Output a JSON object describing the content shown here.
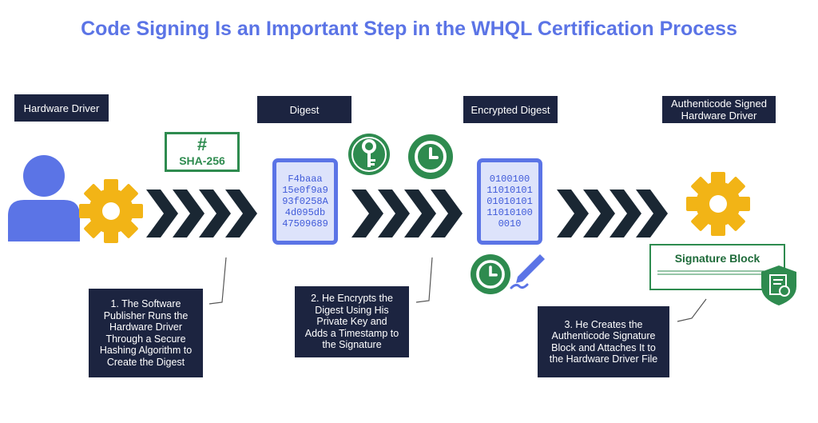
{
  "title": "Code Signing Is an Important Step in the WHQL Certification Process",
  "labels": {
    "hardware_driver": "Hardware Driver",
    "digest": "Digest",
    "encrypted_digest": "Encrypted Digest",
    "signed_driver_line1": "Authenticode Signed",
    "signed_driver_line2": "Hardware Driver"
  },
  "hash_badge": {
    "symbol": "#",
    "algorithm": "SHA-256"
  },
  "digest_doc": [
    "F4baaa",
    "15e0f9a9",
    "93f0258A",
    "4d095db",
    "47509689"
  ],
  "encrypted_doc": [
    "0100100",
    "11010101",
    "01010101",
    "11010100",
    "0010"
  ],
  "signature_block": "Signature Block",
  "steps": {
    "step1": [
      "1. The Software",
      "Publisher Runs the",
      "Hardware Driver",
      "Through a Secure",
      "Hashing Algorithm to",
      "Create the Digest"
    ],
    "step2": [
      "2. He Encrypts the",
      "Digest Using His",
      "Private Key and",
      "Adds a Timestamp to",
      "the Signature"
    ],
    "step3": [
      "3. He Creates the",
      "Authenticode Signature",
      "Block and Attaches It to",
      "the Hardware Driver File"
    ]
  },
  "icons": [
    "user-icon",
    "gear-icon",
    "key-icon",
    "clock-icon",
    "pen-icon",
    "certificate-shield-icon",
    "chevron-arrows-icon"
  ],
  "colors": {
    "title": "#5b74e6",
    "label_bg": "#1c2440",
    "gear": "#f2b416",
    "green": "#2e8b4f",
    "chevron": "#1a2733",
    "doc_border": "#5b74e6"
  }
}
